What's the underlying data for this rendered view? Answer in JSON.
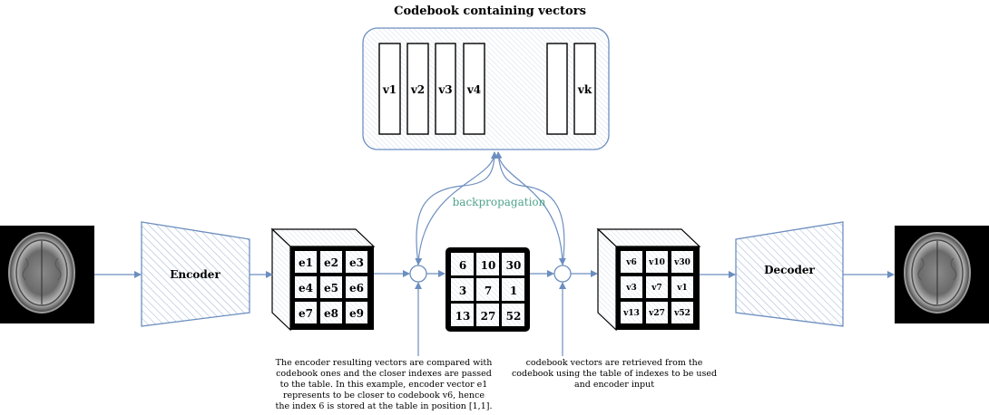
{
  "codebook": {
    "title": "Codebook containing vectors",
    "vectors": [
      "v1",
      "v2",
      "v3",
      "v4",
      "",
      "vk"
    ]
  },
  "encoder": {
    "label": "Encoder"
  },
  "decoder": {
    "label": "Decoder"
  },
  "encoder_output": {
    "cells": [
      "e1",
      "e2",
      "e3",
      "e4",
      "e5",
      "e6",
      "e7",
      "e8",
      "e9"
    ]
  },
  "index_table": {
    "cells": [
      "6",
      "10",
      "30",
      "3",
      "7",
      "1",
      "13",
      "27",
      "52"
    ]
  },
  "quantized": {
    "cells": [
      "v6",
      "v10",
      "v30",
      "v3",
      "v7",
      "v1",
      "v13",
      "v27",
      "v52"
    ]
  },
  "backprop_label": "backpropagation",
  "notes": {
    "compare": [
      "The encoder resulting vectors are compared with",
      "codebook ones and the closer indexes are passed",
      "to the table. In this example, encoder vector e1",
      "represents to be closer to codebook v6, hence",
      "the index 6 is stored at the table in position [1,1]."
    ],
    "retrieve": [
      "codebook vectors are retrieved from the",
      "codebook using the table of indexes to be used",
      "and encoder input"
    ]
  },
  "colors": {
    "flow": "#6c8ebf",
    "backprop": "#4fa38a",
    "hatch": "#6c8ebf",
    "cube_face": "#000000"
  },
  "icons": {
    "input_image": "mri-brain-scan",
    "output_image": "mri-brain-scan"
  }
}
